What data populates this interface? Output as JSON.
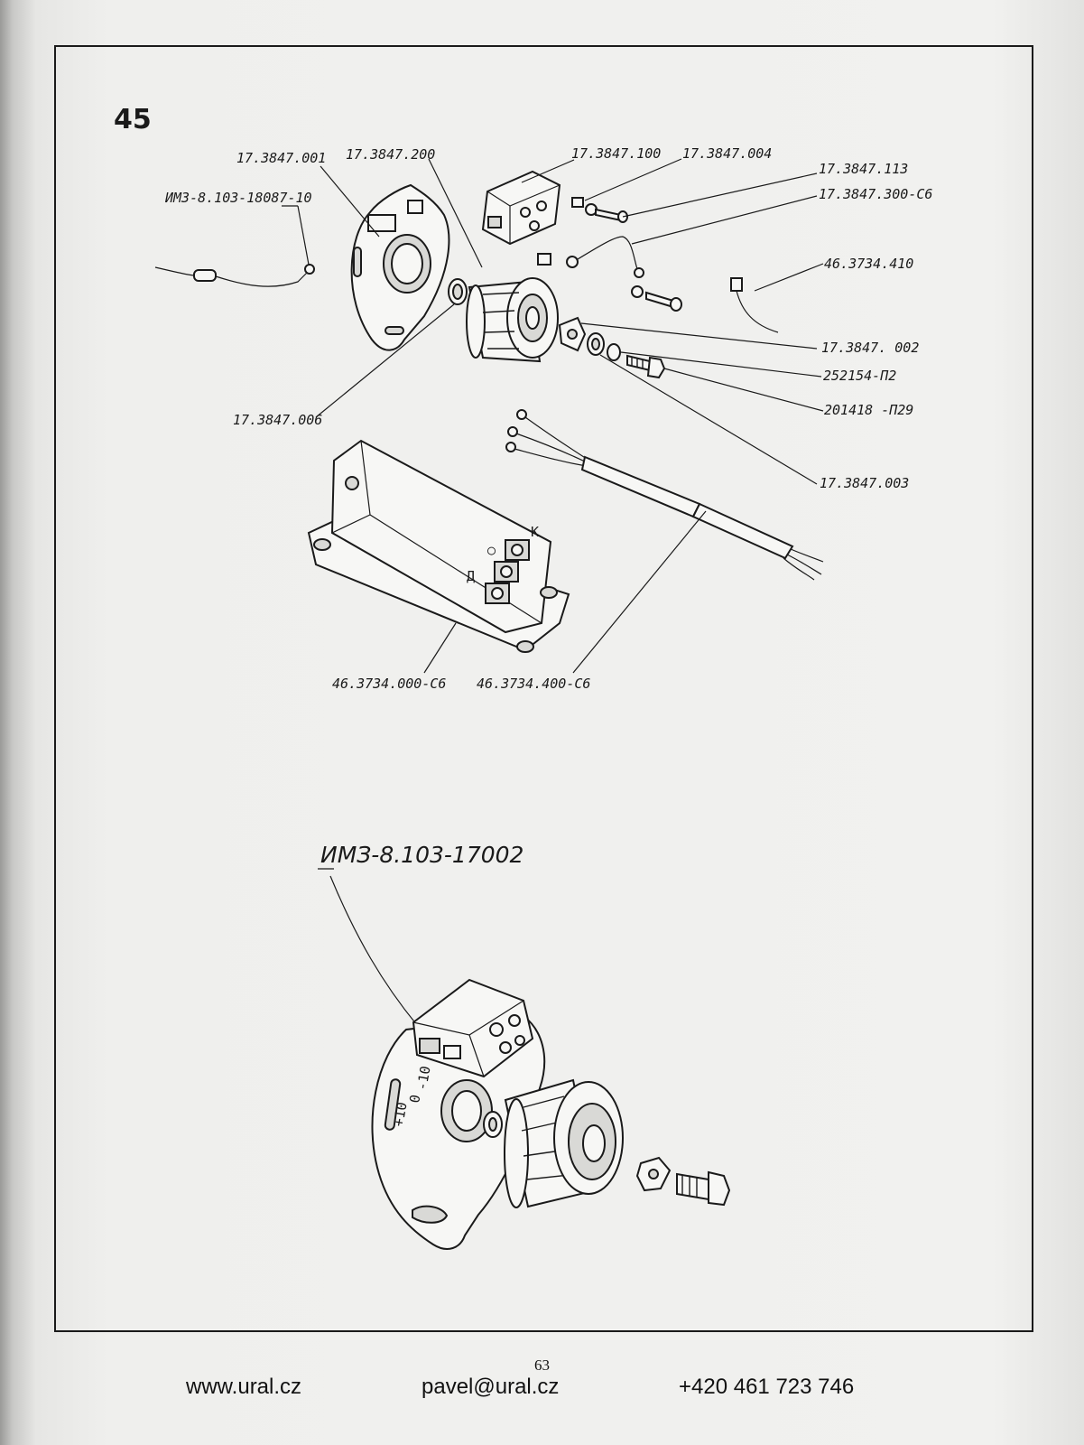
{
  "figure_number": "45",
  "labels": {
    "p001": "17.3847.001",
    "p200": "17.3847.200",
    "p100": "17.3847.100",
    "p004": "17.3847.004",
    "p113": "17.3847.113",
    "p300": "17.3847.300-С6",
    "p410": "46.3734.410",
    "p002": "17.3847. 002",
    "p252": "252154-П2",
    "p201": "201418 -П29",
    "p003": "17.3847.003",
    "p006": "17.3847.006",
    "pIMZ": "ИМЗ-8.103-18087-10",
    "p000": "46.3734.000-С6",
    "p400": "46.3734.400-С6",
    "big": "ИМЗ-8.103-17002",
    "dial_plus": "+10",
    "dial_zero": "0",
    "dial_minus": "-10"
  },
  "footer": {
    "page_number": "63",
    "website": "www.ural.cz",
    "email": "pavel@ural.cz",
    "phone": "+420 461 723 746"
  }
}
